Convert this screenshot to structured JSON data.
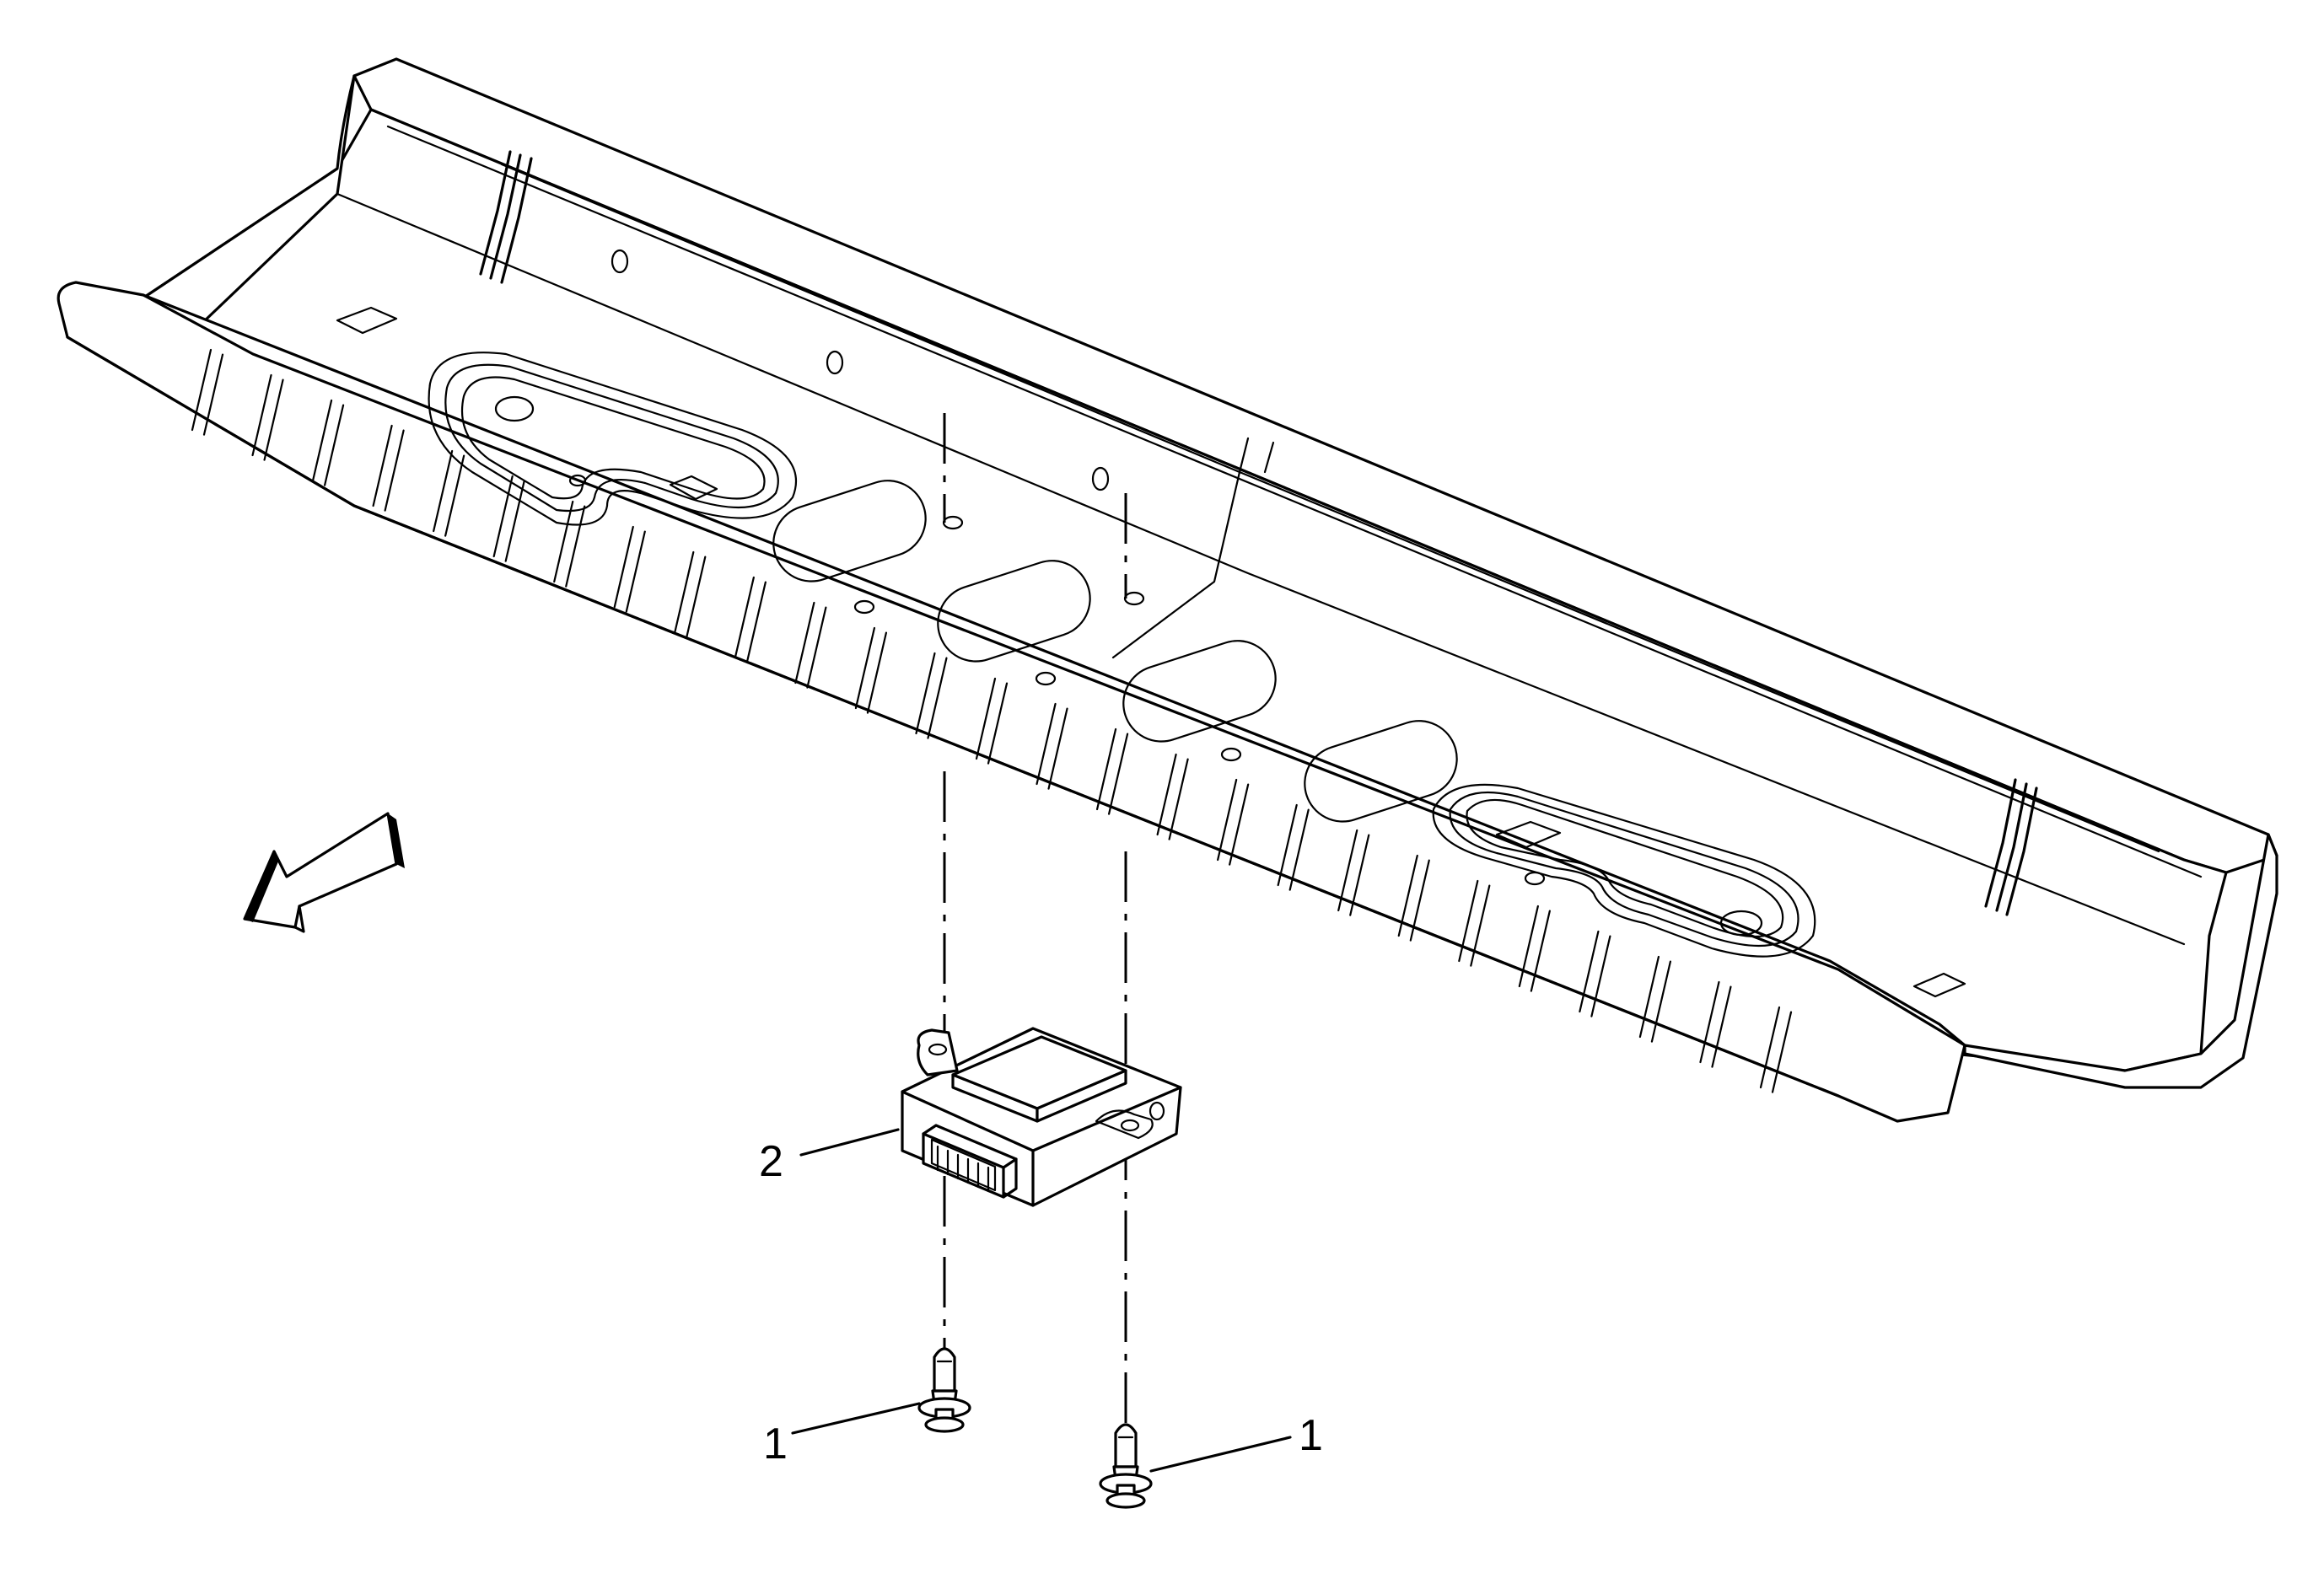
{
  "callouts": [
    {
      "id": "fastener-left",
      "label": "1"
    },
    {
      "id": "fastener-right",
      "label": "1"
    },
    {
      "id": "module",
      "label": "2"
    }
  ],
  "colors": {
    "line": "#000000",
    "background": "#ffffff",
    "arrow_shade": "#000000"
  }
}
